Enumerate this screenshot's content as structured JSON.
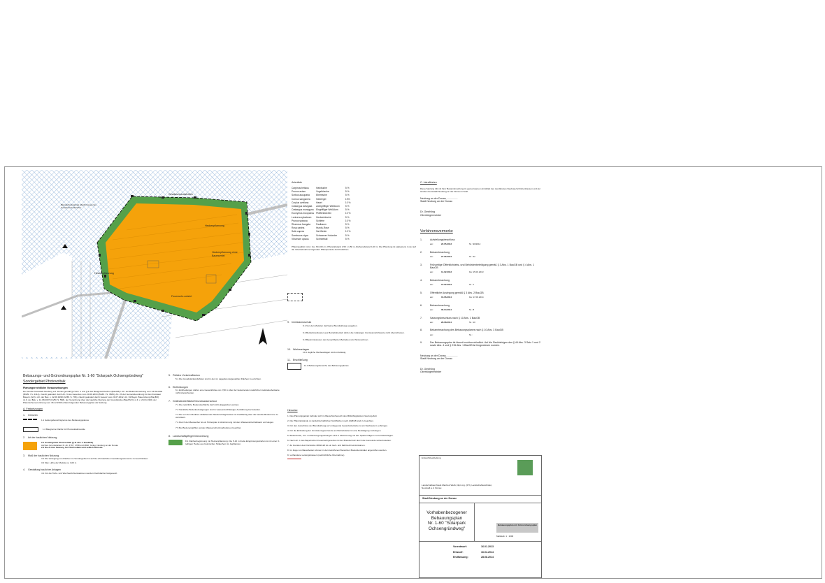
{
  "plan": {
    "north_arrow": "",
    "labels": {
      "hecken_left": "Heckenpflanzung",
      "hecken_top": "Heckenpflanzung",
      "hecken_right": "Heckenpflanzung ohne Bauraumtei",
      "feuerwehr": "Feuerwehr-zufahrt",
      "blendschutz": "Blendschutzwall als Abschirmung zum Gewässerrandstreifen",
      "gewaesser": "Gewässerrandstreifen"
    }
  },
  "legend": {
    "heading_1": "Bebauungs- und Grünordnungsplan Nr. 1-60 \"Solarpark Ochsengründweg\"",
    "heading_2": "Sondergebiet Photovoltaik",
    "intro_title": "Planungsrechtliche Voraussetzungen",
    "intro_text": "Der Große Kreisstadt Neuburg a.d. Donau gemäß § 2 Abs. 1 und § 9 des Baugesetzbuches (BauGB) i.d.F. der Bekanntmachung vom 23.09.2004 (BGBl. I S. 2414), zuletzt geändert durch Art. 6 des Gesetzes vom 20.09.2013 (BGBl. I S. 3586), Art. 23 der Gemeindeordnung für den Freistaat Bayern (GO) i.d.F. der Bek. v. 22.08.1998 (GVBl. S. 796), zuletzt geändert durch Gesetz vom 24.07.2012, Art. 81 Bayer. Bauordnung (BayBO) i.d.F. der Bek. v. 14.08.2007 (GVBl. S. 588), der Verordnung über die bauliche Nutzung der Grundstücke (BauNVO) i.d.F. v. 23.01.1990, der Planzeichenverordnung vom 18.12.1990 erlässt folgenden Bebauungsplan als Satzung.",
    "festsetzungen": "A. Festsetzungen",
    "items": [
      {
        "num": "1.",
        "title": "Grenzen",
        "entries": [
          "1.1 Geltungsbereichsgrenze des Bebauungsplanes",
          "1.2 Baugrenze Fläche für Photovoltaikmodule"
        ]
      },
      {
        "num": "2.",
        "title": "Art der baulichen Nutzung",
        "entries": [
          "2.1 Sondergebiet Photovoltaik (§ 11 Abs. 2 BauNVO)",
          "Auf den Grundstücken Fl.-Nr. 4797, 4798 und 4802, Gmkg. Neuburg an der Donau",
          "2.2 Die Art der Nutzung für Photovoltaik wird zeitlich befristet."
        ]
      },
      {
        "num": "3.",
        "title": "Maß der baulichen Nutzung",
        "entries": [
          "3.1 Die Verlegung von Flächen im Sondergebiet ist auf die erforderlichen Gestaltungselemente zu beschränken.",
          "3.2 Max. Höhe der Module ca. 3,00 m"
        ]
      },
      {
        "num": "4.",
        "title": "Gestaltung baulicher Anlagen",
        "entries": [
          "4.1 Für die Trafo- und Wechselrichterstationen werden Flachdächer festgesetzt."
        ]
      }
    ]
  },
  "col2": {
    "items": [
      {
        "num": "5.",
        "title": "Örtliche Verkehrsflächen",
        "entries": [
          "5.1 Die Grundstückszufahrten sind in den im Lageplan dargestellten Flächen zu errichten."
        ]
      },
      {
        "num": "6.",
        "title": "Einfriedungen",
        "entries": [
          "6.1 Einfriedungen dürfen eine Gesamthöhe von 2,50 m über der bestehenden natürlichen Geländeoberkante nicht überschreiten."
        ]
      },
      {
        "num": "7.",
        "title": "Geländeoberfläche/Grundwasserschutz",
        "entries": [
          "7.1 Die natürliche Bodenoberfläche darf nicht abgegraben werden.",
          "7.2 Sämtliche Bodenbefestigungen sind in wasserdurchlässiger Ausführung herzustellen.",
          "7.3 Die von den Modulen abfließenden Niederschlagswasser ist breitflächig über die belebte Bodenzone zu versickern.",
          "7.4 Durch den Bauwerber ist ein Höhenplan in Abstimmung mit dem Wasserwirtschaftsamt vorzulegen.",
          "7.5 Bei Bodeneingriffen werden Wasserschutzmaßnahmen beachtet."
        ]
      },
      {
        "num": "8.",
        "title": "Landschaftspflege/Grünordnung",
        "entries": [
          "8.1 Flächenbegrünung mit Heckenpflanzung. Die 5-10 m breite Eingrünungsstreifen ist mit einer 3-reihigen Hecke aus heimischen Sträuchern zu bepflanzen."
        ]
      }
    ]
  },
  "species": {
    "heading": "Artenliste",
    "rows": [
      [
        "Carpinus betulus",
        "Hainbuche",
        "5 %"
      ],
      [
        "Prunus avium",
        "Vogelkirsche",
        "5 %"
      ],
      [
        "Sorbus aucuparia",
        "Eberesche",
        "5 %"
      ],
      [
        "Cornus sanguinea",
        "Hartriegel",
        "10%"
      ],
      [
        "Corylus avellana",
        "Hasel",
        "10 %"
      ],
      [
        "Crataegus laevigata",
        "Zweigriffliger Weißdorn",
        "5 %"
      ],
      [
        "Crataegus monogyna",
        "Eingriffliger Weißdorn",
        "5 %"
      ],
      [
        "Euonymus europaeus",
        "Pfaffenhütchen",
        "10 %"
      ],
      [
        "Lonicera xylosteum",
        "Heckenkirsche",
        "5 %"
      ],
      [
        "Prunus spinosa",
        "Schlehe",
        "10 %"
      ],
      [
        "Rhamnus frangula",
        "Faulbaum",
        "5 %"
      ],
      [
        "Rosa canina",
        "Hunds-Rose",
        "5 %"
      ],
      [
        "Salix caprea",
        "Sal-Weide",
        "10 %"
      ],
      [
        "Sambucus nigra",
        "Schwarzer Holunder",
        "5 %"
      ],
      [
        "Viburnum opulus",
        "Schneeball",
        "5 %"
      ]
    ],
    "note": "Pflanzqualität: mind. 2xv, 60-100 cm. Pflanzabstand 1,50 x 1,50 m, Reihenabstand 1,00 m. Die Pflanzung ist spätestens in der auf die Inbetriebnahme folgenden Pflanzperiode durchzuführen."
  },
  "col3_items": [
    {
      "num": "9.",
      "title": "Immissionsschutz",
      "entries": [
        "9.1 Von den Modulen darf keine Blendwirkung ausgehen.",
        "9.2 Betriebszeitkosten aus Betriebsbetrieb dürfen die zulässigen Immissionsrichtwerte nicht überschreiten.",
        "9.3 Bauimmissionen des benachbarten Betriebes sind hinzunehmen."
      ]
    },
    {
      "num": "10.",
      "title": "Werbeanlagen",
      "entries": [
        "10.1 Jegliche Werbeanlagen sind unzulässig."
      ]
    },
    {
      "num": "11.",
      "title": "Erschließung",
      "entries": [
        "11.1 Bebauungsbereiche des Bebauungsplanes"
      ]
    }
  ],
  "hinweise": {
    "title": "Hinweise",
    "entries": [
      "1. Das Planungsgebiet befindet sich im Bauschutzbereich des Militärflugplatzes Neuburg-Zell.",
      "2. Die Pflanzabstände zu landwirtschaftlichen Nutzflächen nach AGBGB sind zu beachten.",
      "3. Für den Ausschluss der Blendwirkung auf umliegende Gewerbebetriebe ist ein Nachweis zu erbringen.",
      "4. Für die Einhaltung der Immissionsgrenzwerte am Betriebsleiter ist eine Bestätigung vorzulegen.",
      "5. Bodenfunde, Vor- und Entsorgungsleitungen sind in Abstimmung mit den Spartenträgern zu berücksichtigen.",
      "6. Nach Art. 1 des Bayerischen Feuerwehrgesetzes ist der Brandschutz durch die Gemeinde sicherzustellen.",
      "7. Zu Gunsten des Flurstücks 4801/120 ist ein Geh- und Fahrtrecht einzuräumen.",
      "8. Im Zuge von Bauarbeiten können in den betroffenen Bereichen Bodendenkmäler angetroffen werden.",
      "9. vorhandene Leitungstrassen (nachrichtliche Übernahme)"
    ]
  },
  "status": {
    "c_title": "C. Inkrafttreten",
    "c_text": "Diese Satzung tritt mit ihrer Bekanntmachung im gemeinsamen Amtsblatt des Landkreises Neuburg-Schrobenhausen und der Großen Kreisstadt Neuburg an der Donau in Kraft.",
    "city_line": "Neuburg an der Donau, ...............",
    "city_sub": "Stadt Neuburg an der Donau",
    "mayor_name": "Dr. Gmehling",
    "mayor_title": "Oberbürgermeister",
    "proc_title": "Verfahrensvermerke",
    "steps": [
      {
        "num": "1.",
        "title": "Aufstellungsbeschluss",
        "am": "22.05.2013",
        "extra": "Nr.: 90/2012"
      },
      {
        "num": "2.",
        "title": "Bekanntmachung",
        "am": "27.06.2013",
        "extra": "Nr.: 32"
      },
      {
        "num": "3.",
        "title": "Frühzeitige Öffentlichkeits- und Behördenbeteiligung gemäß § 3 Abs. 1 BauGB und § 4 Abs. 1 BauGB",
        "am": "14.02.2013",
        "extra": "bis: 15.03.2013"
      },
      {
        "num": "4.",
        "title": "Bekanntmachung",
        "am": "13.02.2013",
        "extra": "Nr.: 7"
      },
      {
        "num": "5.",
        "title": "Öffentliche Auslegung gemäß § 3 Abs. 2 BauGB",
        "am": "16.06.2014",
        "extra": "bis: 17.06.2014"
      },
      {
        "num": "6.",
        "title": "Bekanntmachung",
        "am": "06.04.2014",
        "extra": "Nr.: 8"
      },
      {
        "num": "7.",
        "title": "Satzungsbeschluss nach § 10 Abs. 1 BauGB",
        "am": "28.08.2014",
        "extra": "Nr.: 10"
      },
      {
        "num": "8.",
        "title": "Bekanntmachung des Bebauungsplanes nach § 10 Abs. 3 BauGB",
        "am": "",
        "extra": "Nr.:"
      },
      {
        "num": "9.",
        "title": "Der Bebauungsplan ist hiermit rechtsverbindlich. Auf die Rechtsfolgen des § 44 Abs. 3 Satz 1 und 2 sowie Abs. 4 und § 215 Abs. 1 BauGB ist hingewiesen worden.",
        "am": "",
        "extra": ""
      }
    ],
    "city_line2": "Neuburg an der Donau, ...............",
    "city_sub2": "Stadt Neuburg an der Donau",
    "mayor_name2": "Dr. Gmehling",
    "mayor_title2": "Oberbürgermeister"
  },
  "titleblock": {
    "planner": "Landschaftsarchitekt Manfred Weiß, Dipl.-Ing. (FH), Landschaftsarchitekt, Neustadt a.d. Donau",
    "client": "Stadt Neuburg an der Donau",
    "project_line1": "Vorhabenbezogener",
    "project_line2": "Bebauungsplan",
    "project_line3": "Nr. 1-60 \"Solarpark",
    "project_line4": "Ochsengründweg\"",
    "sheet_title": "Bebauungsplan mit Grünordnungsplan",
    "scale": "Maßstab: 1 : 1000",
    "dates": [
      {
        "label": "Vorentwurf:",
        "value": "16.01.2013"
      },
      {
        "label": "Entwurf:",
        "value": "16.04.2014"
      },
      {
        "label": "Endfassung:",
        "value": "28.08.2014"
      }
    ]
  },
  "colors": {
    "yellow": "#f5a20a",
    "green": "#55a04a",
    "hatch": "#7ea6d2",
    "road": "#bfbfbf"
  }
}
